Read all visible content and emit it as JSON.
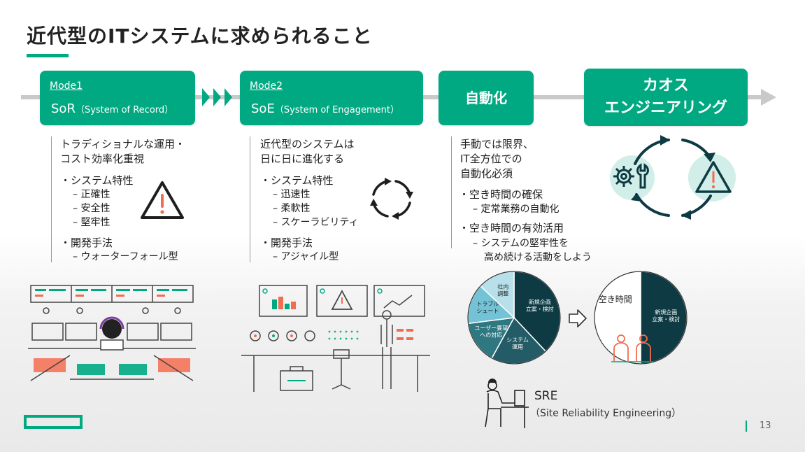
{
  "slide": {
    "title": "近代型のITシステムに求められること",
    "page_number": "13"
  },
  "stages": [
    {
      "sub": "Mode1",
      "main": "SoR",
      "main_detail": "（System of Record）",
      "description": [
        "トラディショナルな運用・",
        "コスト効率化重視"
      ],
      "bullets": [
        {
          "label": "・システム特性",
          "items": [
            "正確性",
            "安全性",
            "堅牢性"
          ]
        },
        {
          "label": "・開発手法",
          "items": [
            "ウォーターフォール型"
          ]
        }
      ],
      "icon": "warning-triangle-icon"
    },
    {
      "sub": "Mode2",
      "main": "SoE",
      "main_detail": "（System of Engagement）",
      "description": [
        "近代型のシステムは",
        "日に日に進化する"
      ],
      "bullets": [
        {
          "label": "・システム特性",
          "items": [
            "迅速性",
            "柔軟性",
            "スケーラビリティ"
          ]
        },
        {
          "label": "・開発手法",
          "items": [
            "アジャイル型"
          ]
        }
      ],
      "icon": "cycle-arrows-icon"
    },
    {
      "main": "自動化",
      "description": [
        "手動では限界、",
        "IT全方位での",
        "自動化必須"
      ],
      "bullets": [
        {
          "label": "・空き時間の確保",
          "items": [
            "定常業務の自動化"
          ]
        },
        {
          "label": "・空き時間の有効活用",
          "items": [
            "システムの堅牢性を"
          ],
          "continuation": "高め続ける活動をしよう"
        }
      ]
    },
    {
      "main_lines": [
        "カオス",
        "エンジニアリング"
      ],
      "icon": "chaos-cycle-icon"
    }
  ],
  "pie_before": {
    "segments": [
      {
        "label": "新規企画\n立案・検討",
        "value": 38,
        "color": "#0e3b43"
      },
      {
        "label": "システム\n運用",
        "value": 20,
        "color": "#235c66"
      },
      {
        "label": "ユーザー要望\nへの対応",
        "value": 15,
        "color": "#2f7781"
      },
      {
        "label": "トラブル\nシュート",
        "value": 14,
        "color": "#74c2d6"
      },
      {
        "label": "社内\n調整",
        "value": 13,
        "color": "#b7e0ea"
      }
    ]
  },
  "pie_after": {
    "segments": [
      {
        "label": "新規企画\n立案・検討",
        "value": 50,
        "color": "#0e3b43"
      },
      {
        "label": "空き時間",
        "value": 50,
        "color": "#ffffff"
      }
    ]
  },
  "sre": {
    "title": "SRE",
    "subtitle": "（Site Reliability Engineering）"
  },
  "colors": {
    "accent": "#01a982",
    "accent_light": "#bde7df",
    "orange": "#f36c4f",
    "dark": "#0e3b43"
  }
}
